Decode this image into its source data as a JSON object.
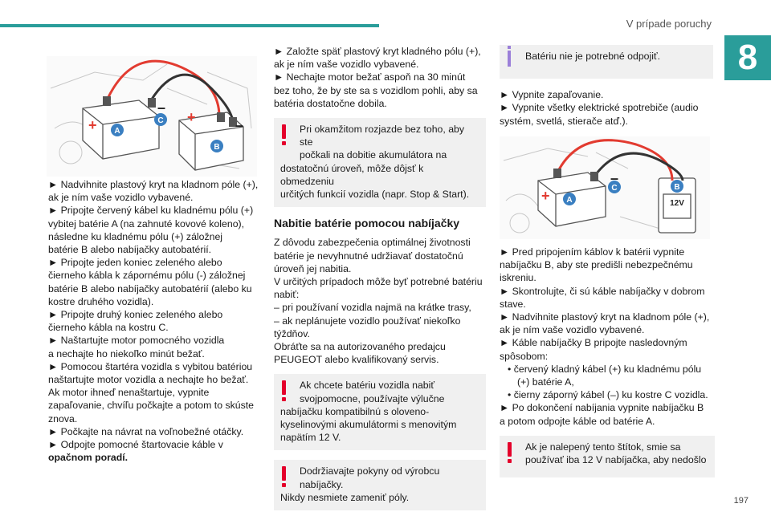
{
  "header": {
    "section_title": "V prípade poruchy",
    "chapter_number": "8",
    "page_number": "197"
  },
  "col1": {
    "illustration_labels": {
      "a": "A",
      "b": "B",
      "c": "C",
      "plus": "+",
      "minus": "–"
    },
    "lines": [
      "► Nadvihnite plastový kryt na kladnom póle (+),",
      "ak je ním vaše vozidlo vybavené.",
      "► Pripojte červený kábel ku kladnému pólu (+)",
      "vybitej batérie A (na zahnuté kovové koleno),",
      "následne ku kladnému pólu (+) záložnej",
      "batérie B alebo nabíjačky autobatérií.",
      "► Pripojte jeden koniec zeleného alebo",
      "čierneho kábla k zápornému pólu (-) záložnej",
      "batérie B alebo nabíjačky autobatérií (alebo ku",
      "kostre druhého vozidla).",
      "► Pripojte druhý koniec zeleného alebo",
      "čierneho kábla na kostru C.",
      "► Naštartujte motor pomocného vozidla",
      "a nechajte ho niekoľko minút bežať.",
      "► Pomocou štartéra vozidla s vybitou batériou",
      "naštartujte motor vozidla a nechajte ho bežať.",
      "Ak motor ihneď nenaštartuje, vypnite",
      "zapaľovanie, chvíľu počkajte a potom to skúste",
      "znova.",
      "► Počkajte na návrat na voľnobežné otáčky.",
      "► Odpojte pomocné štartovacie káble v",
      "opačnom poradí."
    ]
  },
  "col2": {
    "lines_top": [
      "► Založte späť plastový kryt kladného pólu (+),",
      "ak je ním vaše vozidlo vybavené.",
      "► Nechajte motor bežať aspoň na 30 minút",
      "bez toho, že by ste sa s vozidlom pohli, aby sa",
      "batéria dostatočne dobila."
    ],
    "note1": [
      "Pri okamžitom rozjazde bez toho, aby ste",
      "počkali na dobitie akumulátora na",
      "dostatočnú úroveň, môže dôjsť k obmedzeniu",
      "určitých funkcií vozidla (napr. Stop & Start)."
    ],
    "heading": "Nabitie batérie pomocou nabíjačky",
    "lines_mid": [
      "Z dôvodu zabezpečenia optimálnej životnosti",
      "batérie je nevyhnutné udržiavať dostatočnú",
      "úroveň jej nabitia.",
      "V určitých prípadoch môže byť potrebné batériu",
      "nabiť:",
      "– pri používaní vozidla najmä na krátke trasy,",
      "– ak neplánujete vozidlo používať niekoľko",
      "týždňov.",
      "Obráťte sa na autorizovaného predajcu",
      "PEUGEOT alebo kvalifikovaný servis."
    ],
    "note2": [
      "Ak chcete batériu vozidla nabiť",
      "svojpomocne, používajte výlučne",
      "nabíjačku kompatibilnú s oloveno-",
      "kyselinovými akumulátormi s menovitým",
      "napätím 12 V."
    ],
    "note3": [
      "Dodržiavajte pokyny od výrobcu",
      "nabíjačky.",
      "Nikdy nesmiete zameniť póly."
    ]
  },
  "col3": {
    "note_info": "Batériu nie je potrebné odpojiť.",
    "lines_top": [
      "► Vypnite zapaľovanie.",
      "► Vypnite všetky elektrické spotrebiče (audio",
      "systém, svetlá, stierače atď.)."
    ],
    "illustration_labels": {
      "a": "A",
      "b": "B",
      "c": "C",
      "plus": "+",
      "minus": "–",
      "voltage": "12V"
    },
    "lines_bottom": [
      "► Pred pripojením káblov k batérii vypnite",
      "nabíjačku B, aby ste predišli nebezpečnému",
      "iskreniu.",
      "► Skontrolujte, či sú káble nabíjačky v dobrom",
      "stave.",
      "► Nadvihnite plastový kryt na kladnom póle (+),",
      "ak je ním vaše vozidlo vybavené.",
      "► Káble nabíjačky B pripojte nasledovným",
      "spôsobom:"
    ],
    "sub_items": [
      "• červený kladný kábel (+) ku kladnému pólu",
      "(+) batérie A,",
      "• čierny záporný kábel (–) ku kostre C vozidla."
    ],
    "lines_end": [
      "► Po dokončení nabíjania vypnite nabíjačku B",
      "a potom odpojte káble od batérie A."
    ],
    "note_last": [
      "Ak je nalepený tento štítok, smie sa",
      "používať iba 12 V nabíjačka, aby nedošlo"
    ]
  },
  "colors": {
    "accent": "#2a9d9a",
    "warning": "#e4002b",
    "info": "#9b7fd9",
    "label_circle": "#3a7fc1"
  }
}
